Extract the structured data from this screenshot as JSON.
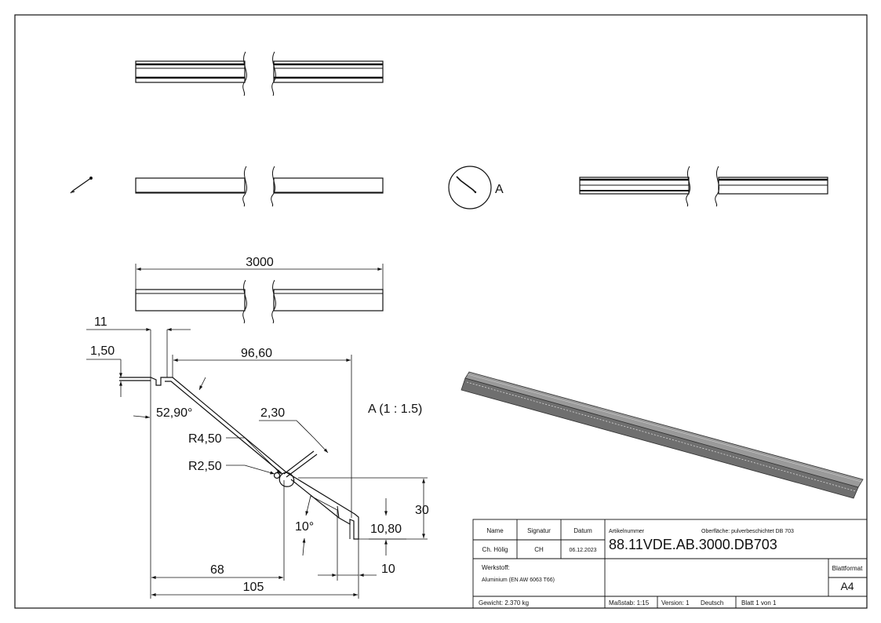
{
  "views": {
    "detail_callout_letter": "A",
    "detail_view_label": "A (1 : 1.5)"
  },
  "dimensions": {
    "length": "3000",
    "d11": "11",
    "d1_50": "1,50",
    "d96_60": "96,60",
    "angle_52_90": "52,90°",
    "d2_30": "2,30",
    "r4_50": "R4,50",
    "r2_50": "R2,50",
    "d30": "30",
    "angle_10": "10°",
    "d10_80": "10,80",
    "d68": "68",
    "d10": "10",
    "d105": "105"
  },
  "title_block": {
    "hdr_name": "Name",
    "hdr_signatur": "Signatur",
    "hdr_datum": "Datum",
    "name": "Ch. Hölig",
    "signatur": "CH",
    "datum": "06.12.2023",
    "artikel_label": "Artikelnummer",
    "oberflaeche": "Oberfläche:  pulverbeschichtet DB 703",
    "artikelnummer": "88.11VDE.AB.3000.DB703",
    "werkstoff_label": "Werkstoff:",
    "werkstoff": "Aluminium (EN AW 6063 T66)",
    "blattformat_label": "Blattformat",
    "blattformat": "A4",
    "gewicht": "Gewicht: 2.370 kg",
    "massstab": "Maßstab: 1:15",
    "version": "Version: 1",
    "sprache": "Deutsch",
    "blatt": "Blatt 1 von 1"
  }
}
